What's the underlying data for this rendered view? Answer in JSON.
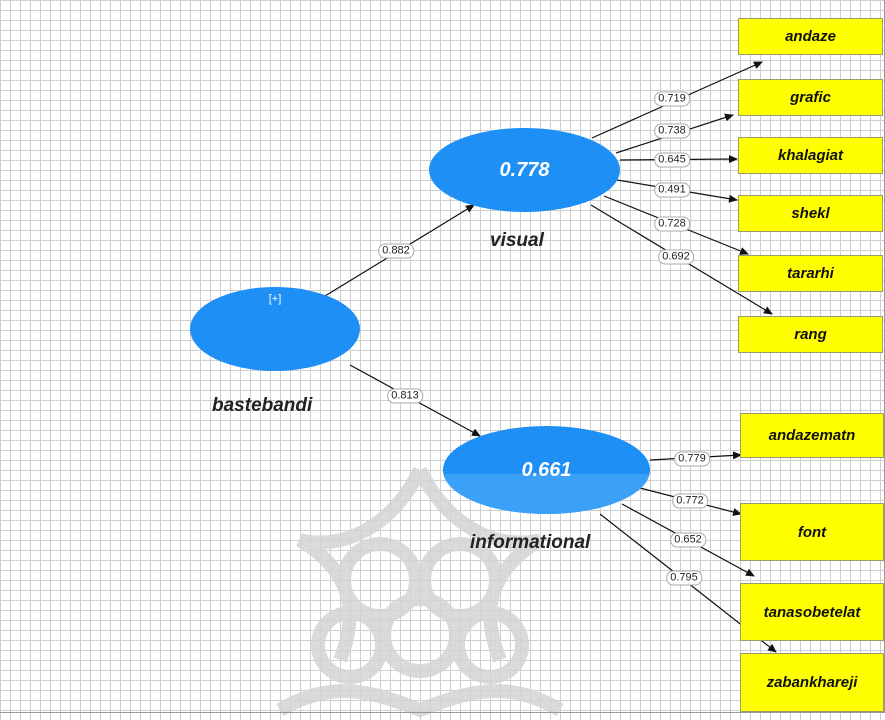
{
  "latent_variables": {
    "visual": {
      "label": "visual",
      "value": "0.778"
    },
    "bastebandi": {
      "label": "bastebandi",
      "expand_toggle": "[+]"
    },
    "informational": {
      "label": "informational",
      "value": "0.661"
    }
  },
  "indicators": [
    {
      "name": "andaze"
    },
    {
      "name": "grafic"
    },
    {
      "name": "khalagiat"
    },
    {
      "name": "shekl"
    },
    {
      "name": "tararhi"
    },
    {
      "name": "rang"
    },
    {
      "name": "andazematn"
    },
    {
      "name": "font"
    },
    {
      "name": "tanasobetelat"
    },
    {
      "name": "zabankhareji"
    }
  ],
  "paths": [
    {
      "from": "bastebandi",
      "to": "visual",
      "coefficient": "0.882"
    },
    {
      "from": "bastebandi",
      "to": "informational",
      "coefficient": "0.813"
    }
  ],
  "loadings": [
    {
      "from": "visual",
      "to": "andaze",
      "value": "0.719"
    },
    {
      "from": "visual",
      "to": "grafic",
      "value": "0.738"
    },
    {
      "from": "visual",
      "to": "khalagiat",
      "value": "0.645"
    },
    {
      "from": "visual",
      "to": "shekl",
      "value": "0.491"
    },
    {
      "from": "visual",
      "to": "tararhi",
      "value": "0.728"
    },
    {
      "from": "visual",
      "to": "rang",
      "value": "0.692"
    },
    {
      "from": "informational",
      "to": "andazematn",
      "value": "0.779"
    },
    {
      "from": "informational",
      "to": "font",
      "value": "0.772"
    },
    {
      "from": "informational",
      "to": "tanasobetelat",
      "value": "0.652"
    },
    {
      "from": "informational",
      "to": "zabankhareji",
      "value": "0.795"
    }
  ],
  "colors": {
    "latent_fill": "#1e90f5",
    "indicator_fill": "#ffff00",
    "grid": "#cfcfcf",
    "arrow": "#111111"
  }
}
